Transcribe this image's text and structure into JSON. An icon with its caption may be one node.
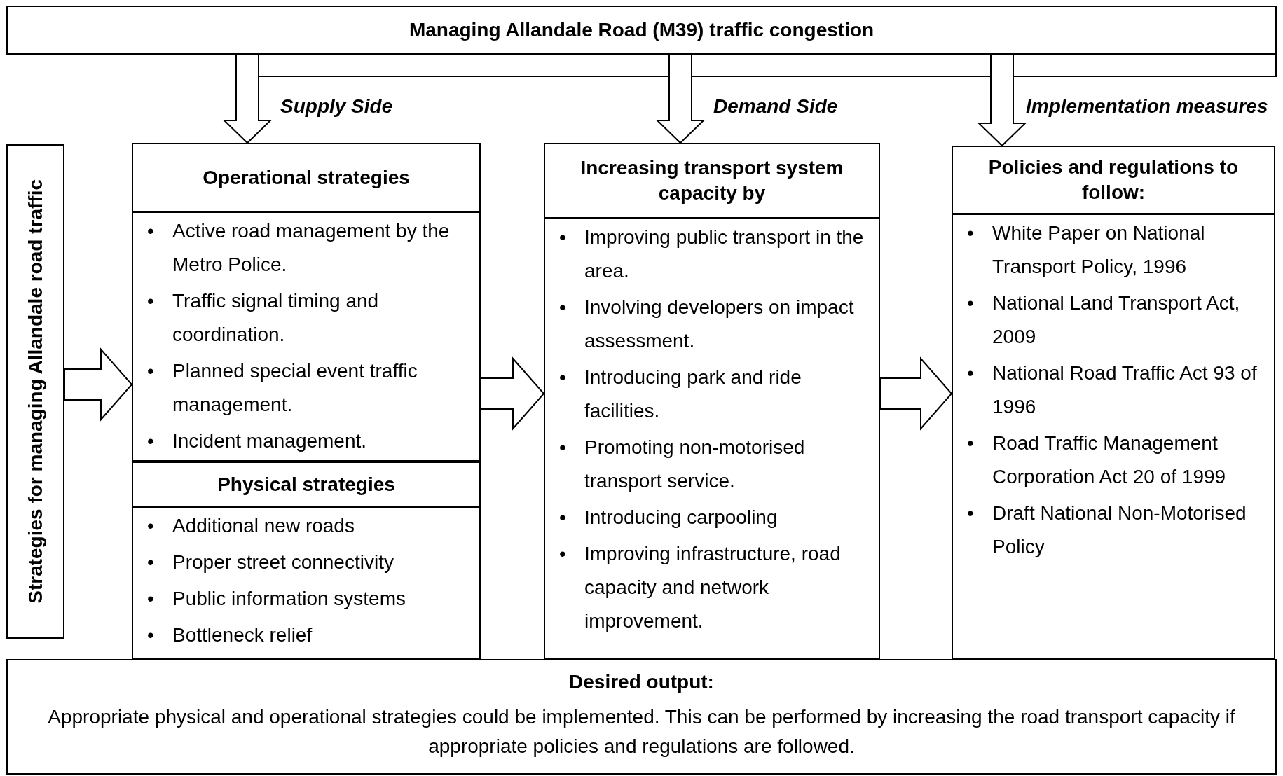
{
  "diagram": {
    "nodes": [
      {
        "text": [
          "Managing Allandale Road (M39) traffic congestion"
        ]
      },
      {
        "text": [
          "Strategies for managing Allandale road traffic"
        ]
      },
      {
        "text": [
          "Operational strategies",
          "•",
          "Active road management by the Metro Police.",
          "•",
          "Traffic signal timing and coordination.",
          "•",
          "Planned special event traffic management.",
          "•",
          "Incident management."
        ]
      },
      {
        "text": [
          "Physical strategies",
          "•",
          "Additional new roads",
          "•",
          "Proper street connectivity",
          "•",
          "Public information systems",
          "•",
          "Bottleneck relief"
        ]
      },
      {
        "text": [
          "Increasing transport system capacity by",
          "•",
          "Improving public transport in the area.",
          "•",
          "Involving developers on impact assessment.",
          "•",
          "Introducing park and ride facilities.",
          "•",
          "Promoting non-motorised transport service.",
          "•",
          "Introducing carpooling",
          "•",
          "Improving infrastructure, road capacity and network improvement."
        ]
      },
      {
        "text": [
          "Policies and regulations to follow:",
          "•",
          "White Paper on National Transport Policy, 1996",
          "•",
          "National Land Transport Act, 2009",
          "•",
          "National Road Traffic Act 93 of 1996",
          "•",
          "Road Traffic Management Corporation Act 20 of 1999",
          "•",
          "Draft National Non-Motorised Policy"
        ]
      },
      {
        "text": [
          "Desired output:",
          "Appropriate physical and operational strategies could be implemented. This can be performed by increasing the road transport capacity if appropriate policies and regulations are followed."
        ]
      }
    ],
    "edges": [
      {
        "from": 0,
        "to": 2,
        "arrow": "to",
        "label": "Supply Side"
      },
      {
        "from": 0,
        "to": 4,
        "arrow": "to",
        "label": "Demand Side"
      },
      {
        "from": 0,
        "to": 5,
        "arrow": "to",
        "label": "Implementation measures"
      },
      {
        "from": 1,
        "to": 2,
        "arrow": "to"
      },
      {
        "from": 2,
        "to": 4,
        "arrow": "to"
      },
      {
        "from": 4,
        "to": 5,
        "arrow": "to"
      }
    ]
  }
}
